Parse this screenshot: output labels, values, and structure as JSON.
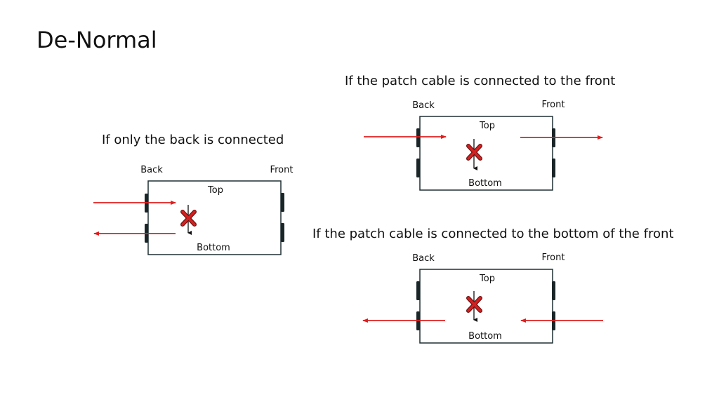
{
  "slide": {
    "title": "De-Normal"
  },
  "colors": {
    "arrow": "#e01e1e",
    "box_border": "#1f2f33",
    "port": "#1a2528",
    "x_mark_fill": "#d62020",
    "x_mark_stroke": "#6b1010"
  },
  "diagrams": [
    {
      "caption": "If only the back is connected",
      "back_label": "Back",
      "front_label": "Front",
      "top_label": "Top",
      "bottom_label": "Bottom",
      "flows": [
        "back-top inbound",
        "back-bottom outbound"
      ]
    },
    {
      "caption": "If the patch cable is connected to the front",
      "back_label": "Back",
      "front_label": "Front",
      "top_label": "Top",
      "bottom_label": "Bottom",
      "flows": [
        "back-top inbound",
        "front-top outbound"
      ]
    },
    {
      "caption": "If the patch cable is connected to the bottom of the front",
      "back_label": "Back",
      "front_label": "Front",
      "top_label": "Top",
      "bottom_label": "Bottom",
      "flows": [
        "back-bottom outbound",
        "front-bottom inbound"
      ]
    }
  ]
}
